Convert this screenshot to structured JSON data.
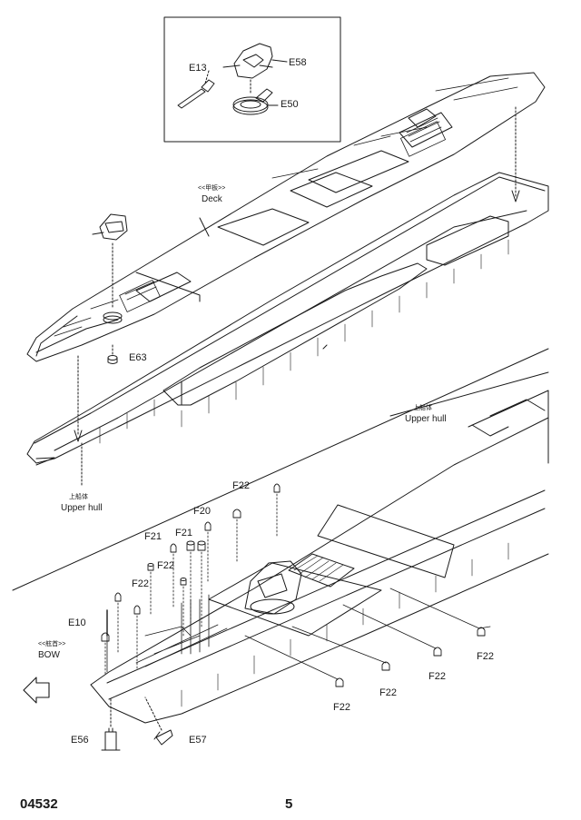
{
  "page": {
    "code": "04532",
    "number": "5"
  },
  "inset": {
    "parts": [
      "E13",
      "E58",
      "E50"
    ]
  },
  "upper_step": {
    "deck_cn": "<<甲板>>",
    "deck_en": "Deck",
    "hull_cn": "上船体",
    "hull_en": "Upper hull",
    "part_e63": "E63"
  },
  "lower_step": {
    "hull_cn": "上船体",
    "hull_en": "Upper hull",
    "bow_cn": "<<舷首>>",
    "bow_en": "BOW",
    "parts": {
      "f22_top": "F22",
      "f20": "F20",
      "f21_a": "F21",
      "f21_b": "F21",
      "f22_mid": "F22",
      "f22_left": "F22",
      "e10": "E10",
      "f22_r1": "F22",
      "f22_r2": "F22",
      "f22_r3": "F22",
      "f22_r4": "F22",
      "e56": "E56",
      "e57": "E57"
    }
  },
  "colors": {
    "ink": "#1a1a1a",
    "paper": "#ffffff"
  }
}
